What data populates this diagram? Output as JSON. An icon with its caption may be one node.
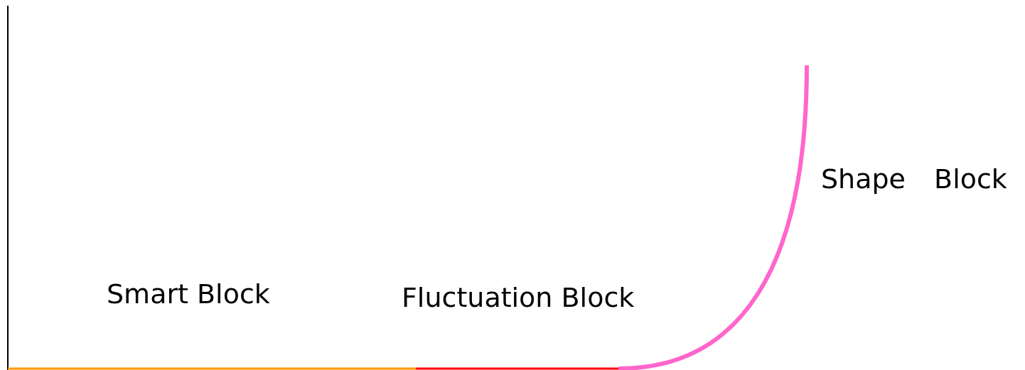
{
  "diagram": {
    "labels": [
      "Smart Block",
      "Fluctuation Block",
      "Shape Block"
    ]
  }
}
